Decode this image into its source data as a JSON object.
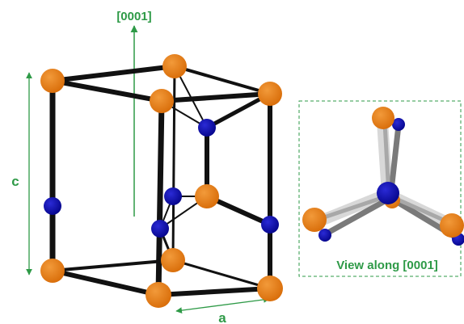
{
  "labels": {
    "direction": "[0001]",
    "c_axis": "c",
    "a_axis": "a",
    "inset_caption": "View along [0001]"
  },
  "colors": {
    "label_green": "#2e9a47",
    "orange_atom": "#e07810",
    "blue_atom": "#0a0a9e",
    "bond": "#111111",
    "inset_gray": "#888888"
  }
}
